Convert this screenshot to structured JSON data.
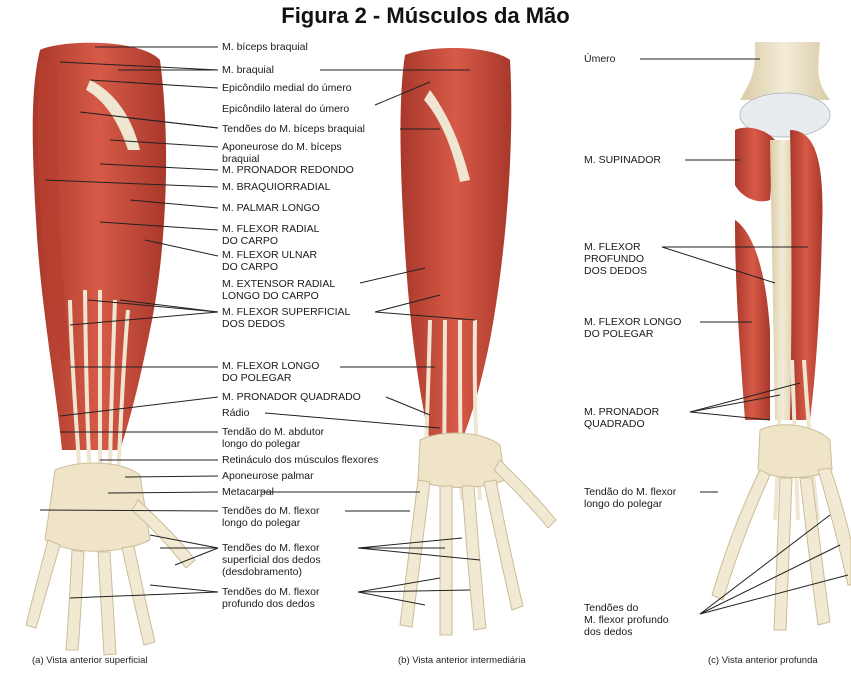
{
  "title": "Figura  2 - Músculos da Mão",
  "panel_a": {
    "caption": "(a) Vista anterior superficial",
    "labels": [
      "M. bíceps braquial",
      "M. braquial",
      "Epicôndilo medial do úmero",
      "Epicôndilo lateral do úmero",
      "Tendões do M. bíceps braquial",
      "Aponeurose do M. bíceps\nbraquial",
      "M. PRONADOR REDONDO",
      "M. BRAQUIORRADIAL",
      "M. PALMAR LONGO",
      "M. FLEXOR RADIAL\nDO CARPO",
      "M. FLEXOR ULNAR\nDO CARPO",
      "M. EXTENSOR RADIAL\nLONGO DO CARPO",
      "M. FLEXOR SUPERFICIAL\nDOS DEDOS",
      "M. FLEXOR LONGO\nDO POLEGAR",
      "M. PRONADOR QUADRADO",
      "Rádio",
      "Tendão do M. abdutor\nlongo do polegar",
      "Retináculo dos músculos flexores",
      "Aponeurose palmar",
      "Metacarpal",
      "Tendões do M. flexor\nlongo do polegar",
      "Tendões do M. flexor\nsuperficial dos dedos\n(desdobramento)",
      "Tendões do M. flexor\nprofundo dos dedos"
    ]
  },
  "panel_b": {
    "caption": "(b) Vista anterior intermediária"
  },
  "panel_c": {
    "caption": "(c) Vista anterior profunda",
    "labels": [
      "Úmero",
      "M. SUPINADOR",
      "M. FLEXOR\nPROFUNDO\nDOS DEDOS",
      "M. FLEXOR LONGO\nDO POLEGAR",
      "M. PRONADOR\nQUADRADO",
      "Tendão do M. flexor\nlongo do polegar",
      "Tendões do\nM. flexor profundo\ndos dedos"
    ]
  },
  "colors": {
    "muscle": "#c8483a",
    "muscle_dark": "#9e3326",
    "tendon": "#efe6d2",
    "bone": "#e9dfc2",
    "leader": "#222222"
  }
}
